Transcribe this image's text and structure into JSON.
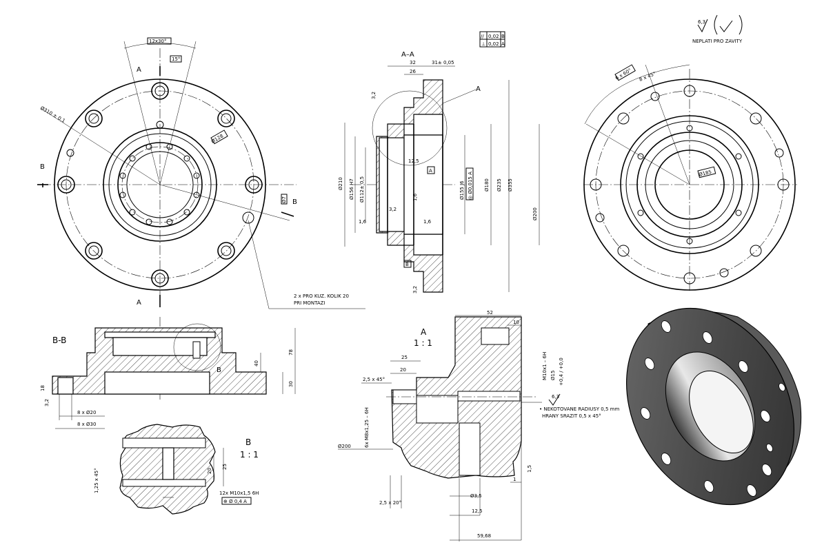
{
  "surface": {
    "roughness_value": "6,3",
    "note": "NEPLATI PRO ZAVITY"
  },
  "tolerance_frames": [
    {
      "symbol": "//",
      "value": "0,02",
      "datum": "B"
    },
    {
      "symbol": "⊥",
      "value": "0,02",
      "datum": "A"
    }
  ],
  "view_front": {
    "angle_box": "12x30°",
    "angle_small": "15°",
    "section_a": "A",
    "section_b": "B",
    "dia_310": "Ø310 ± 0,1",
    "dia_128": "Ø128",
    "dia_7": "Ø7",
    "note_line1": "2 x PRO KUZ. KOLIK 20",
    "note_line2": "PRI MONTAZI"
  },
  "view_section_aa": {
    "title": "A–A",
    "dim_32": "32",
    "dim_26": "26",
    "dim_31": "31± 0,05",
    "label_a": "A",
    "rough_top": "3,2",
    "dim_125": "12,5",
    "datum_a": "A",
    "datum_b": "B",
    "dia_210": "Ø210",
    "dia_156": "Ø156 H7",
    "dia_112": "Ø112± 0,5",
    "dia_155": "Ø155 J6",
    "gdt_155": "◎ Ø0,015 A",
    "dia_180": "Ø180",
    "dia_235": "Ø235",
    "dia_355": "Ø355",
    "dia_200": "Ø200",
    "rough_32b": "3,2",
    "rough_32c": "3,2",
    "rough_16a": "1,6",
    "rough_16b": "1,6",
    "rough_16c": "1,6"
  },
  "view_back": {
    "chamfer_6": "6 x 60°",
    "chamfer_8": "8 x 45°",
    "dia_185": "Ø185"
  },
  "view_section_bb": {
    "title": "B-B",
    "dim_78": "78",
    "dim_40": "40",
    "dim_30": "30",
    "dim_18": "18",
    "rough": "3,2",
    "holes_20": "8 x Ø20",
    "holes_30": "8 x Ø30",
    "label_b": "B"
  },
  "detail_b": {
    "title": "B",
    "scale": "1 : 1",
    "chamfer": "1,25 x 45°",
    "dim_25": "25",
    "dim_20": "20",
    "thread": "12x  M10x1,5      6H",
    "gdt": "⊕ Ø 0,4 A"
  },
  "detail_a": {
    "title": "A",
    "scale": "1 : 1",
    "dim_52": "52",
    "dim_10": "10",
    "dim_25": "25",
    "dim_20": "20",
    "chamfer_45": "2,5 x 45°",
    "thread_m8": "6x M8x1,25 – 6H",
    "thread_m10": "M10x1 – 6H",
    "dia_15": "Ø15",
    "tol_15": "+0,4 / +0,0",
    "rough": "6,3",
    "note_1": "• NEKOTOVANE RADIUSY 0,5 mm",
    "note_2": "HRANY SRAZIT 0,5 x 45°",
    "dia_200": "Ø200",
    "chamfer_20": "2,5 x 20°",
    "dim_35": "Ø3,5",
    "dim_125": "12,5",
    "dim_1": "1",
    "dim_5968": "59,68",
    "rough_15": "1,5"
  }
}
